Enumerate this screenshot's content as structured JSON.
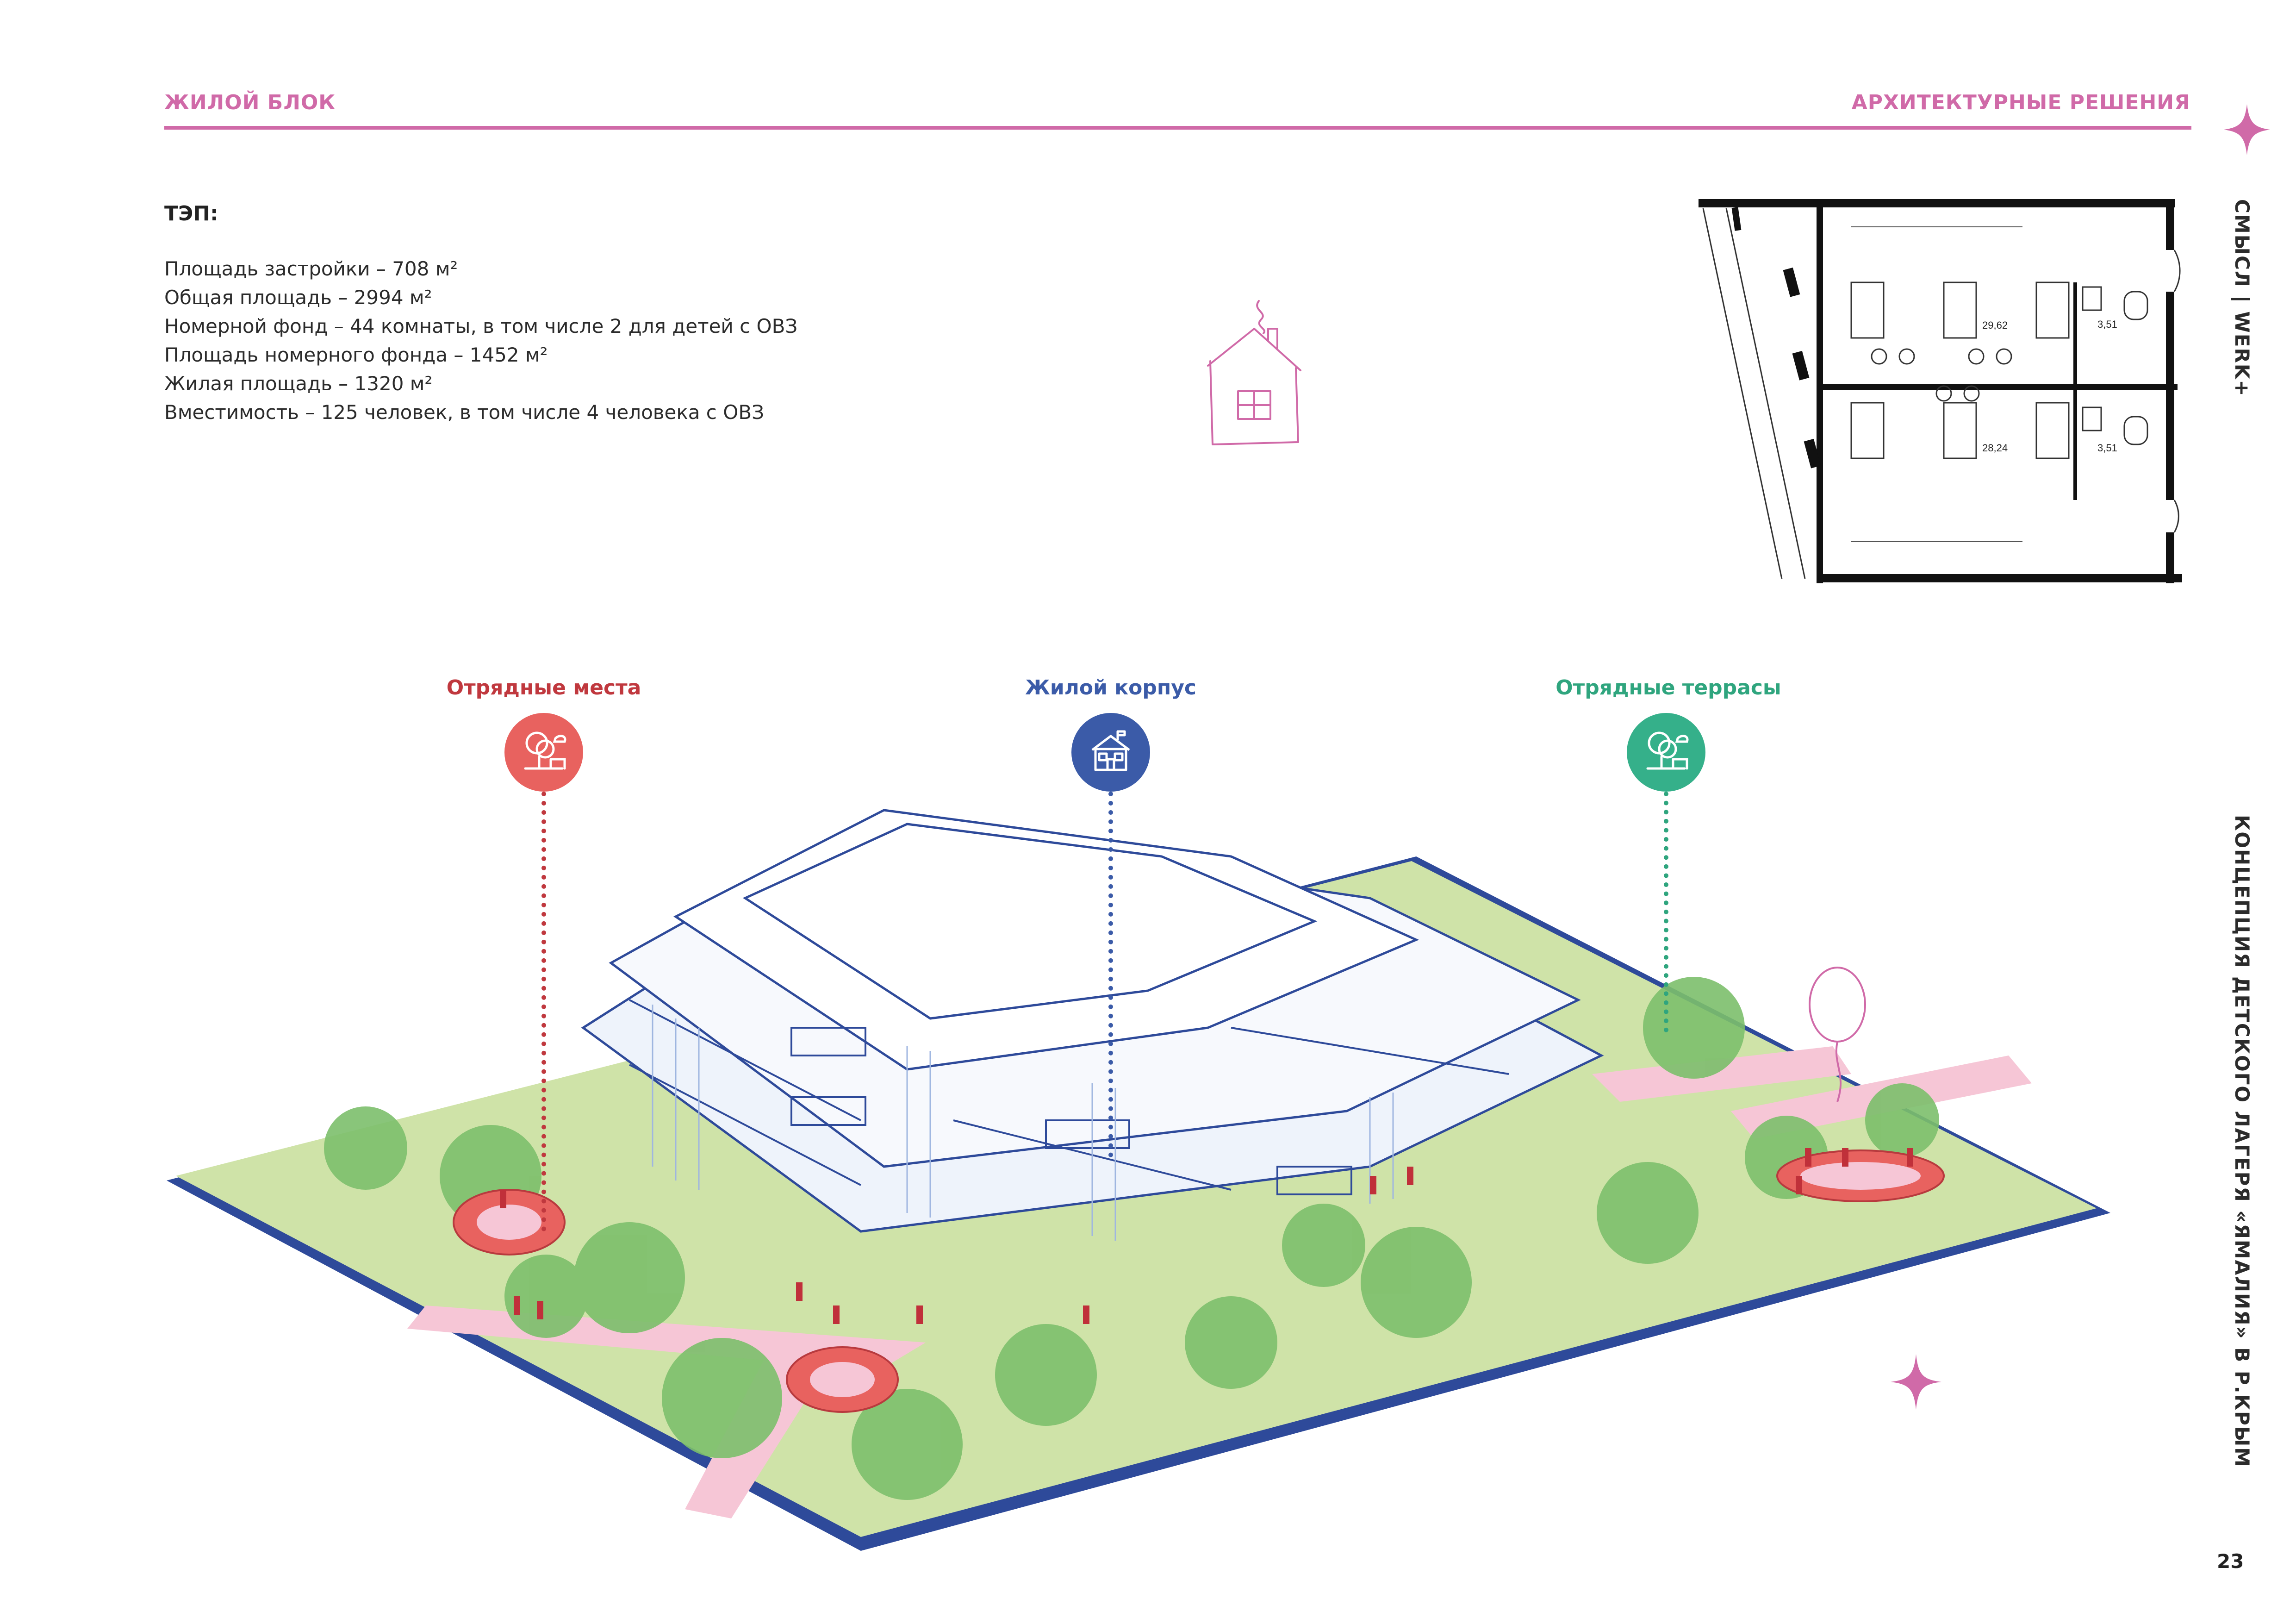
{
  "header": {
    "left": "ЖИЛОЙ БЛОК",
    "right": "АРХИТЕКТУРНЫЕ РЕШЕНИЯ"
  },
  "tep": {
    "title": "ТЭП:",
    "lines": [
      "Площадь застройки – 708 м²",
      "Общая площадь – 2994 м²",
      "Номерной фонд – 44 комнаты, в том числе 2 для детей с ОВЗ",
      "Площадь номерного фонда – 1452 м²",
      "Жилая площадь – 1320 м²",
      "Вместимость – 125 человек, в том числе 4 человека с ОВЗ"
    ]
  },
  "floor_plan": {
    "room_labels": [
      "29,62",
      "28,24",
      "3,51",
      "3,51"
    ]
  },
  "sidebar": {
    "brand": "СМЫСЛ | WERK+",
    "concept": "КОНЦЕПЦИЯ ДЕТСКОГО ЛАГЕРЯ «ЯМАЛИЯ» В Р.КРЫМ"
  },
  "callouts": [
    {
      "label": "Отрядные места",
      "color": "#e8625f",
      "text_color": "#c0383e",
      "icon": "park-tree-bench-icon"
    },
    {
      "label": "Жилой корпус",
      "color": "#3b5ba8",
      "text_color": "#3b5ba8",
      "icon": "house-icon"
    },
    {
      "label": "Отрядные террасы",
      "color": "#35b08a",
      "text_color": "#2fa57e",
      "icon": "park-tree-bench-icon"
    }
  ],
  "colors": {
    "accent_pink": "#d06aa8",
    "ground_green": "#cfe3a8",
    "building_blue": "#2e4a9a",
    "path_pink": "#f6c6d6"
  },
  "page_number": "23"
}
